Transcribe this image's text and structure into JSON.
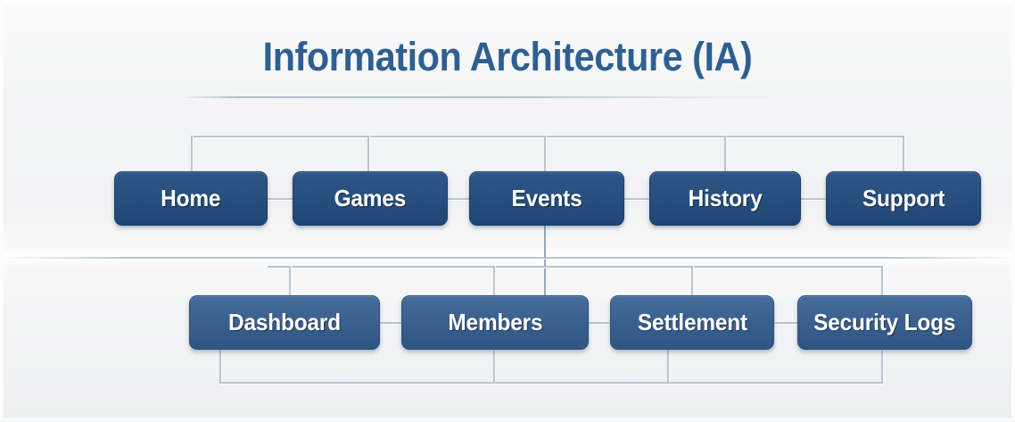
{
  "page": {
    "title": "Information Architecture (IA)",
    "accent_color": "#2e5f91",
    "node_color_row1": "#27507f",
    "node_color_row2": "#3a6090",
    "background_color": "#f2f3f4",
    "connector_color": "#b9c4d2"
  },
  "diagram": {
    "type": "hierarchy",
    "rows": [
      {
        "name": "primary-navigation",
        "nodes": [
          {
            "label": "Home"
          },
          {
            "label": "Games"
          },
          {
            "label": "Events"
          },
          {
            "label": "History"
          },
          {
            "label": "Support"
          }
        ]
      },
      {
        "name": "admin-navigation",
        "nodes": [
          {
            "label": "Dashboard"
          },
          {
            "label": "Members"
          },
          {
            "label": "Settlement"
          },
          {
            "label": "Security Logs"
          }
        ]
      }
    ]
  }
}
